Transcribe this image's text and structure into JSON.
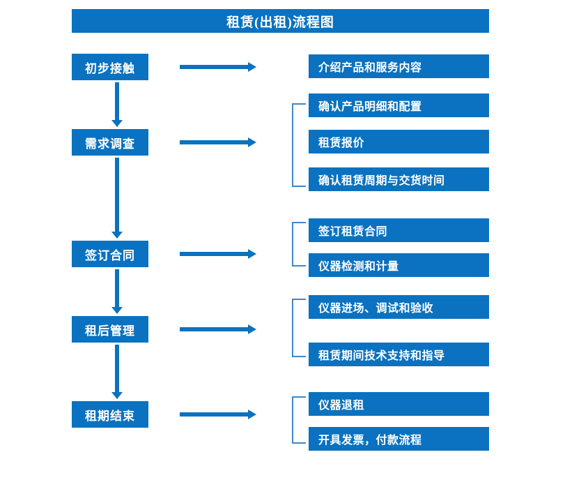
{
  "title": "租赁(出租)流程图",
  "theme": {
    "box_fill": "#0a72c0",
    "box_text": "#ffffff",
    "arrow": "#0a72c0",
    "bracket": "#3f86c8",
    "background": "#ffffff"
  },
  "stages": [
    {
      "label": "初步接触"
    },
    {
      "label": "需求调查"
    },
    {
      "label": "签订合同"
    },
    {
      "label": "租后管理"
    },
    {
      "label": "租期结束"
    }
  ],
  "details": [
    {
      "label": "介绍产品和服务内容"
    },
    {
      "label": "确认产品明细和配置"
    },
    {
      "label": "租赁报价"
    },
    {
      "label": "确认租赁周期与交货时间"
    },
    {
      "label": "签订租赁合同"
    },
    {
      "label": "仪器检测和计量"
    },
    {
      "label": "仪器进场、调试和验收"
    },
    {
      "label": "租赁期间技术支持和指导"
    },
    {
      "label": "仪器退租"
    },
    {
      "label": "开具发票，付款流程"
    }
  ]
}
